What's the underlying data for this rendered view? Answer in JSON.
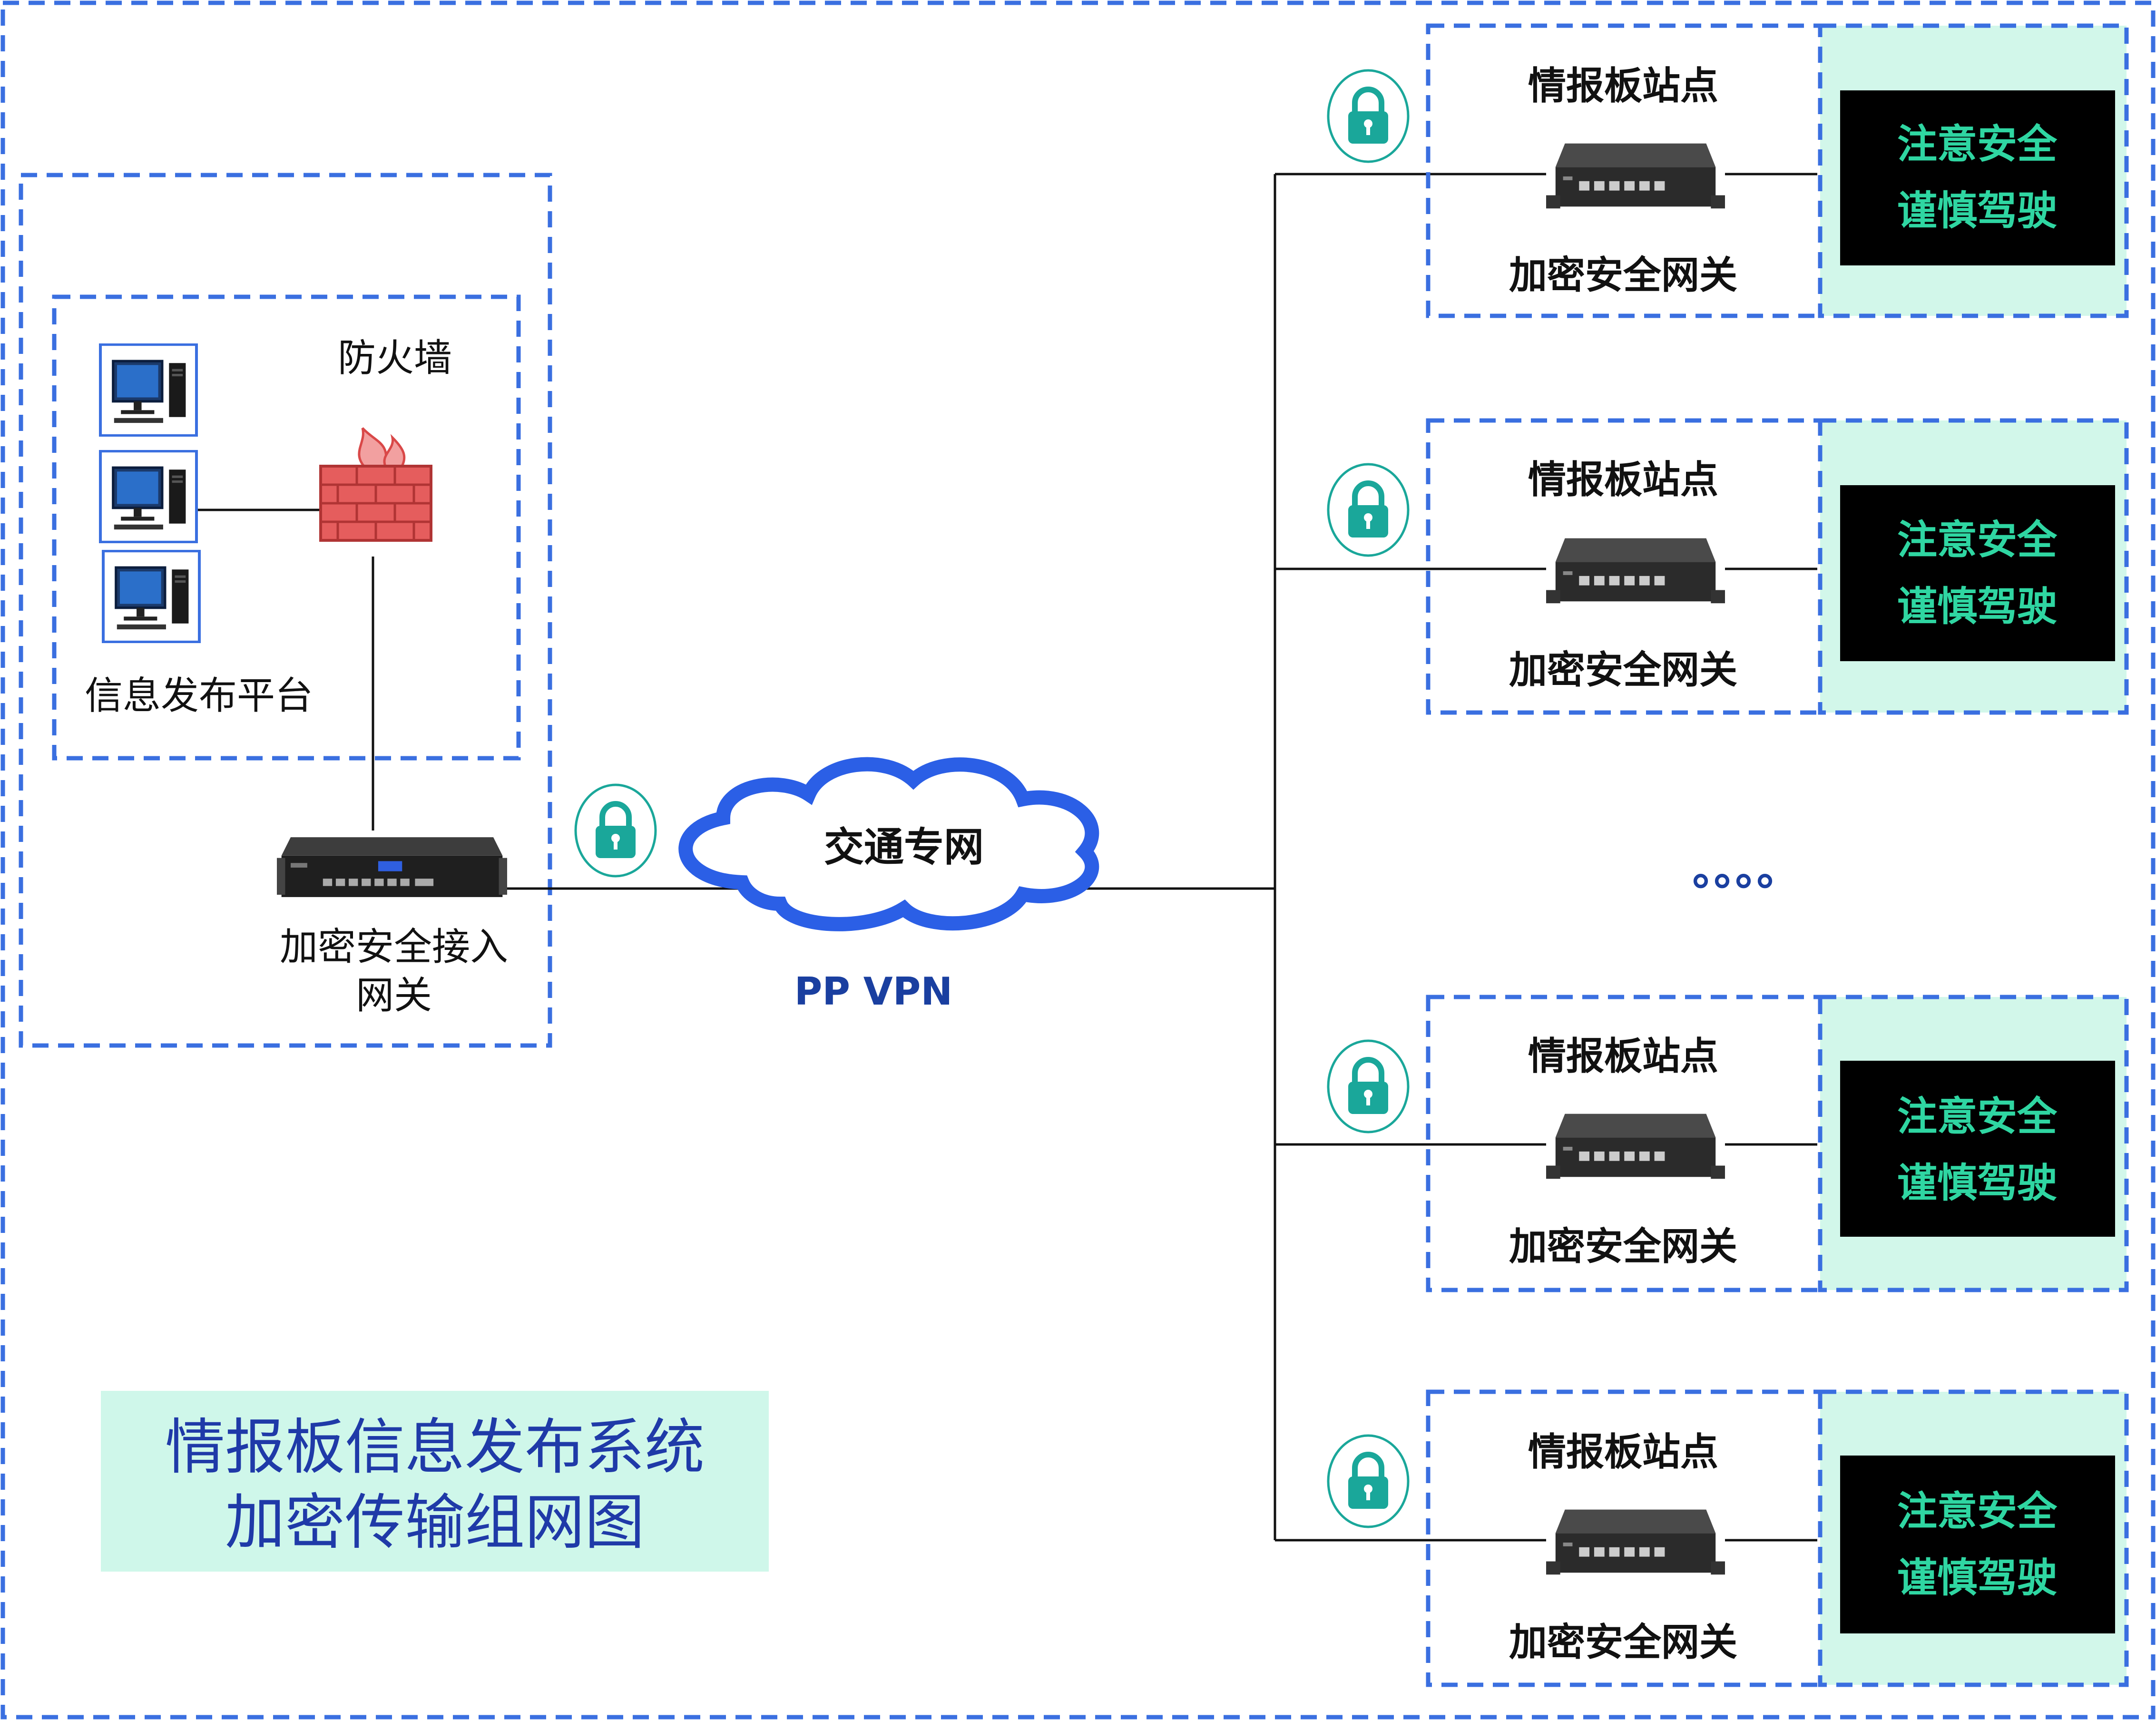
{
  "colors": {
    "dash_border": "#3a6fe0",
    "sign_panel_bg": "#d2f7ea",
    "sign_text": "#2fd6a2",
    "title_box_bg": "#cff7ea",
    "title_text": "#1f3aa8",
    "vpn_text": "#1a3fa0",
    "lock_color": "#1aa79a",
    "firewall_red": "#d94848"
  },
  "platform": {
    "firewall_label": "防火墙",
    "platform_label": "信息发布平台",
    "gateway_label_line1": "加密安全接入",
    "gateway_label_line2": "网关",
    "computers": [
      {
        "icon": "desktop-computer-icon"
      },
      {
        "icon": "desktop-computer-icon"
      },
      {
        "icon": "desktop-computer-icon"
      }
    ],
    "firewall_icon": "firewall-brick-icon",
    "gateway_icon": "rack-gateway-icon"
  },
  "network": {
    "cloud_label": "交通专网",
    "vpn_label": "PP VPN",
    "lock_icon": "padlock-icon",
    "ellipsis": "。。。。"
  },
  "sites": [
    {
      "site_label": "情报板站点",
      "gateway_label": "加密安全网关",
      "sign_line1": "注意安全",
      "sign_line2": "谨慎驾驶"
    },
    {
      "site_label": "情报板站点",
      "gateway_label": "加密安全网关",
      "sign_line1": "注意安全",
      "sign_line2": "谨慎驾驶"
    },
    {
      "site_label": "情报板站点",
      "gateway_label": "加密安全网关",
      "sign_line1": "注意安全",
      "sign_line2": "谨慎驾驶"
    },
    {
      "site_label": "情报板站点",
      "gateway_label": "加密安全网关",
      "sign_line1": "注意安全",
      "sign_line2": "谨慎驾驶"
    }
  ],
  "title": {
    "line1": "情报板信息发布系统",
    "line2": "加密传输组网图"
  }
}
